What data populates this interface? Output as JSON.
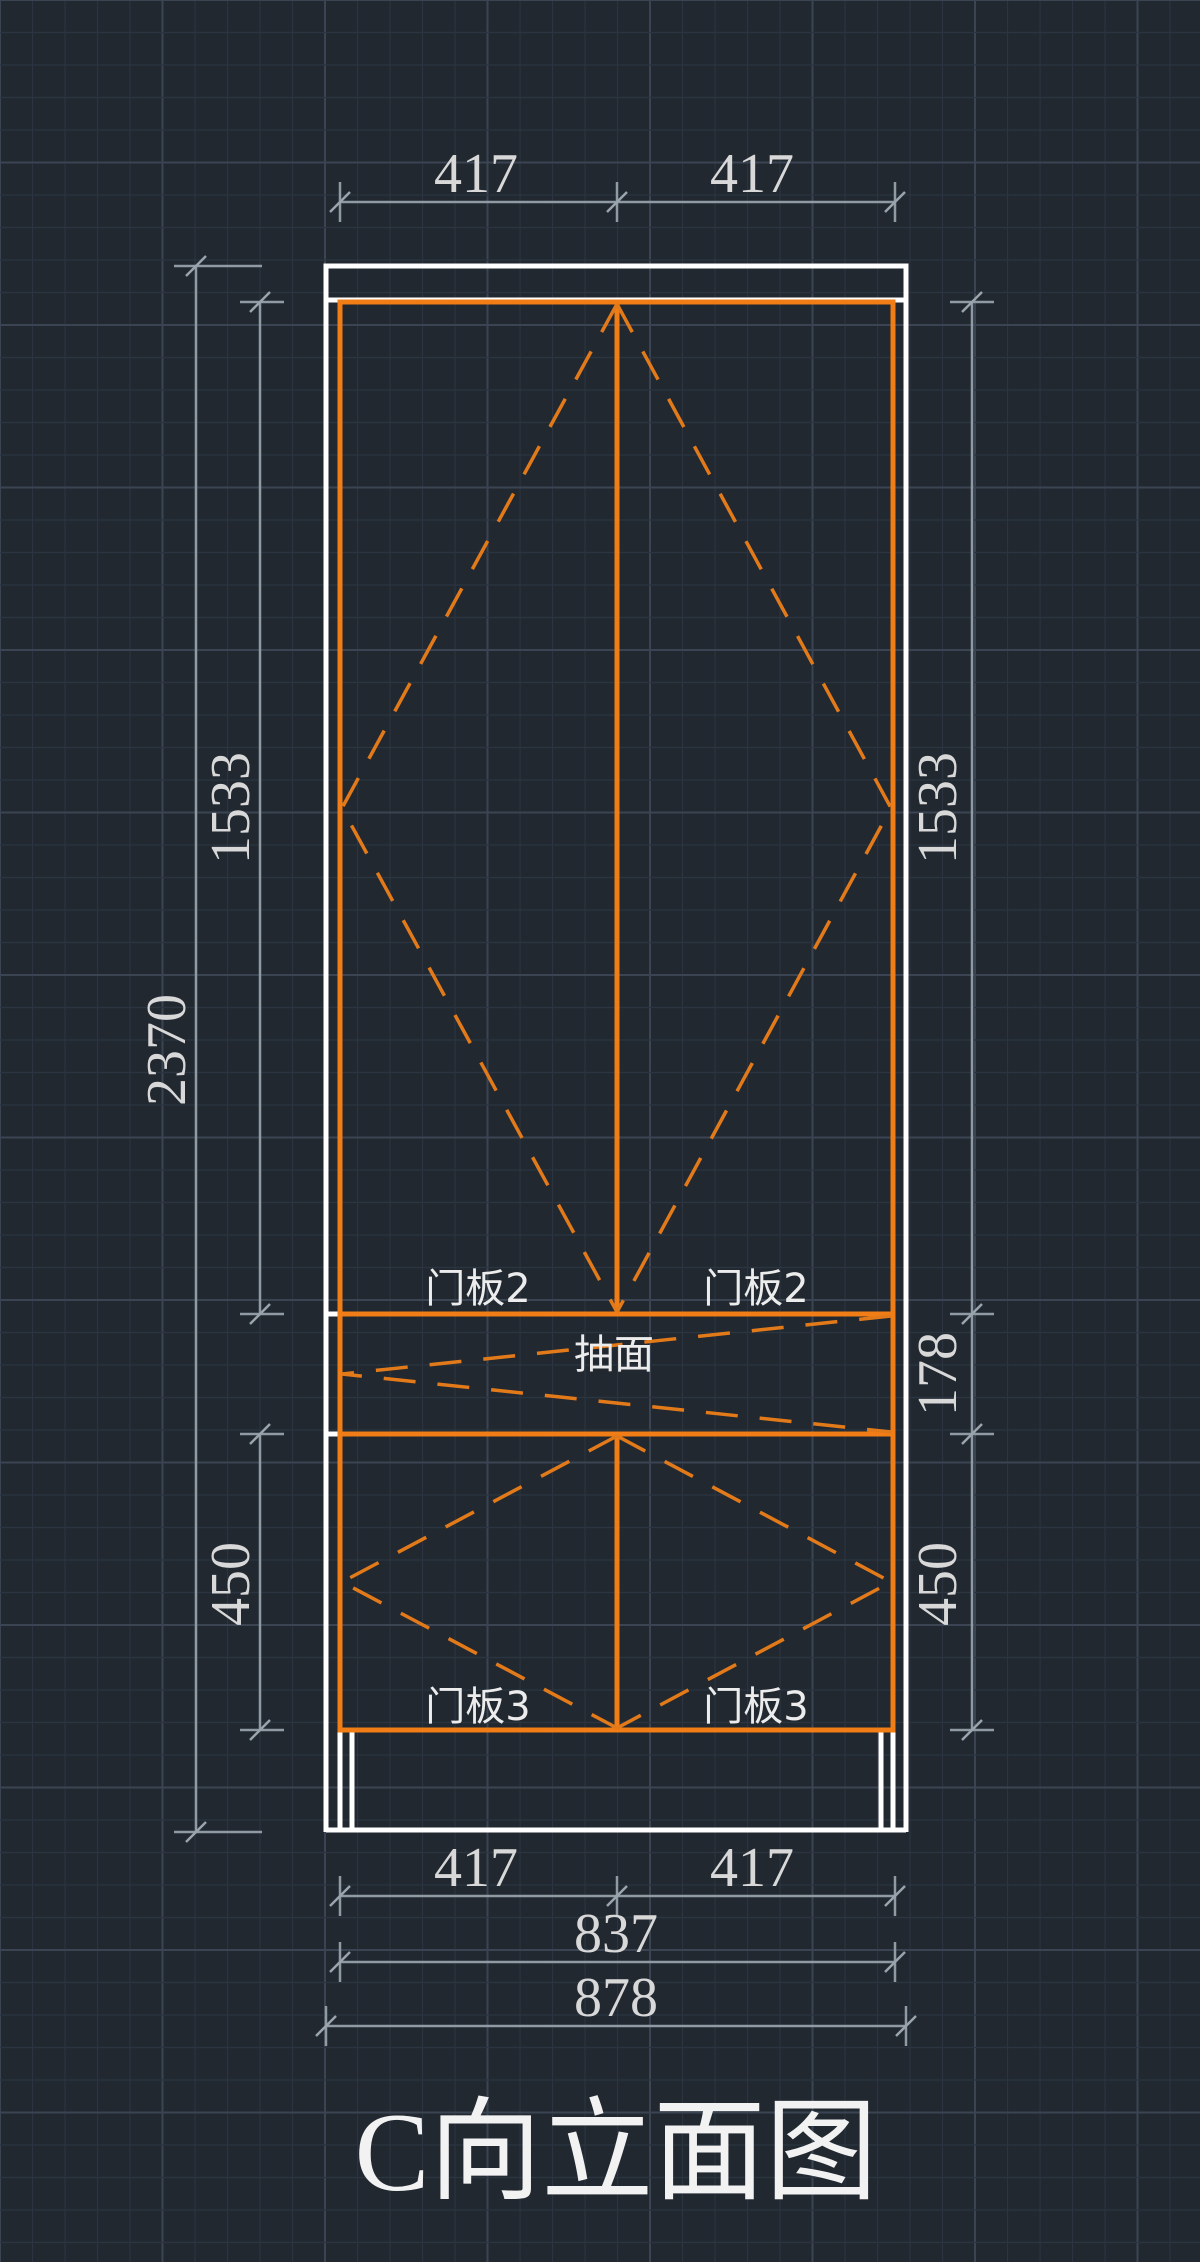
{
  "title": "C向立面图",
  "dimensions": {
    "top_left": "417",
    "top_right": "417",
    "bottom_left": "417",
    "bottom_right": "417",
    "inner_width": "837",
    "outer_width": "878",
    "total_height": "2370",
    "left_upper_door": "1533",
    "left_lower_door": "450",
    "right_upper_door": "1533",
    "right_drawer": "178",
    "right_lower_door": "450"
  },
  "labels": {
    "door2_left": "门板2",
    "door2_right": "门板2",
    "drawer": "抽面",
    "door3_left": "门板3",
    "door3_right": "门板3"
  },
  "colors": {
    "background": "#212830",
    "grid_minor": "#2b3440",
    "grid_major": "#3a4452",
    "carcass": "#ffffff",
    "door": "#f07d16",
    "dimension": "#8f9aa3"
  }
}
